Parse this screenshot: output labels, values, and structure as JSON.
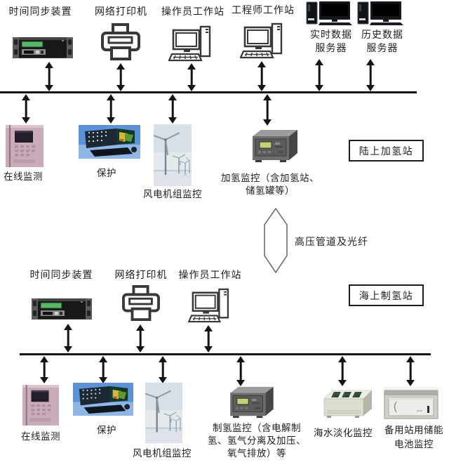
{
  "diagram": {
    "land_station": {
      "badge_label": "陆上加氢站",
      "upper_devices": [
        {
          "label": "时间同步装置",
          "icon": "time-sync-rack"
        },
        {
          "label": "网络打印机",
          "icon": "network-printer"
        },
        {
          "label": "操作员工作站",
          "icon": "workstation"
        },
        {
          "label": "工程师工作站",
          "icon": "workstation"
        },
        {
          "label_line1": "实时数据",
          "label_line2": "服务器",
          "icon": "data-server"
        },
        {
          "label_line1": "历史数据",
          "label_line2": "服务器",
          "icon": "data-server"
        }
      ],
      "lower_devices": [
        {
          "label": "在线监测",
          "icon": "online-monitor-device"
        },
        {
          "label": "保护",
          "icon": "protection-device"
        },
        {
          "label": "风电机组监控",
          "icon": "wind-turbines-photo"
        },
        {
          "label_line1": "加氢监控（含加氢站、",
          "label_line2": "储氢罐等）",
          "icon": "hydrogen-monitor-box"
        }
      ]
    },
    "link": {
      "label": "高压管道及光纤"
    },
    "sea_station": {
      "badge_label": "海上制氢站",
      "upper_devices": [
        {
          "label": "时间同步装置",
          "icon": "time-sync-rack"
        },
        {
          "label": "网络打印机",
          "icon": "network-printer"
        },
        {
          "label": "操作员工作站",
          "icon": "workstation"
        }
      ],
      "lower_devices": [
        {
          "label": "在线监测",
          "icon": "online-monitor-device"
        },
        {
          "label": "保护",
          "icon": "protection-device"
        },
        {
          "label": "风电机组监控",
          "icon": "wind-turbines-photo"
        },
        {
          "label_line1": "制氢监控（含电解制",
          "label_line2": "氢、氢气分离及加压、",
          "label_line3": "氧气排放）等",
          "icon": "hydrogen-monitor-box"
        },
        {
          "label": "海水淡化监控",
          "icon": "desalination-module"
        },
        {
          "label_line1": "备用站用储能",
          "label_line2": "电池监控",
          "icon": "battery-monitor-box"
        }
      ]
    },
    "colors": {
      "bus": "#141414",
      "arrow": "#141414",
      "online_monitor_body": "#c9abb9",
      "protection_bg": "#5b93d6",
      "wind_sky": "#d7e0e6",
      "monitor_box_gray": "#6d6d6d",
      "lcd_green": "#58b868"
    }
  }
}
